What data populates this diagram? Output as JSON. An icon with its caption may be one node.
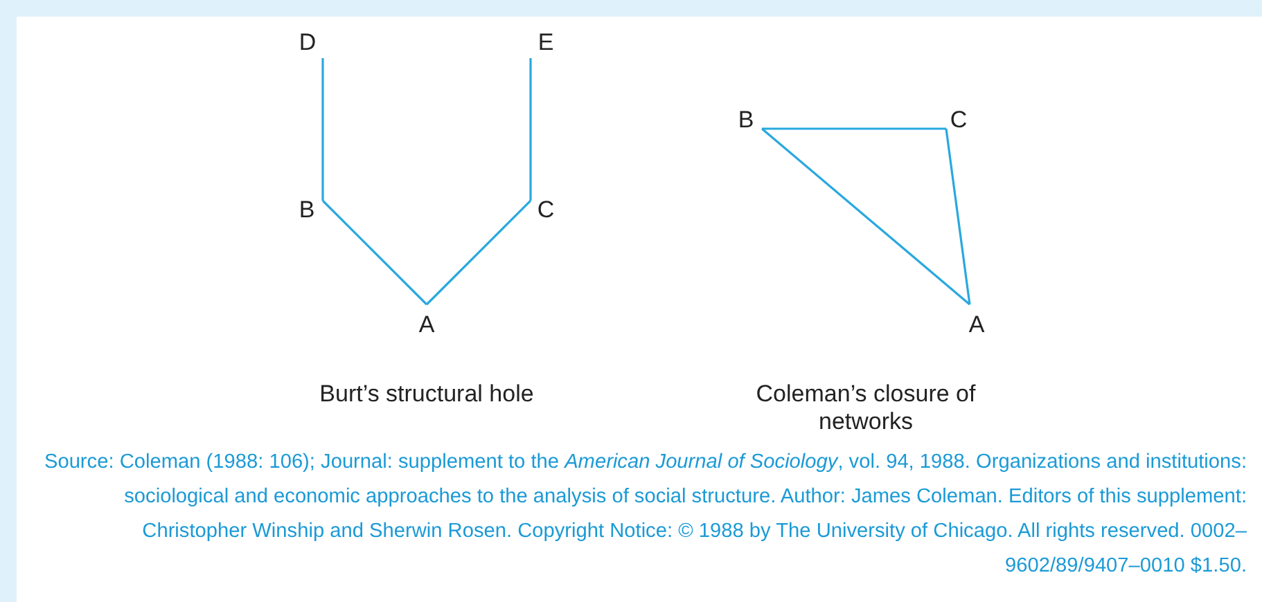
{
  "diagram": {
    "nodes": [
      {
        "text": [
          "D"
        ]
      },
      {
        "text": [
          "E"
        ]
      },
      {
        "text": [
          "B"
        ]
      },
      {
        "text": [
          "C"
        ]
      },
      {
        "text": [
          "A"
        ]
      },
      {
        "text": [
          "B"
        ]
      },
      {
        "text": [
          "C"
        ]
      },
      {
        "text": [
          "A"
        ]
      }
    ],
    "edges": [
      {
        "from": 0,
        "to": 2,
        "arrow": "none"
      },
      {
        "from": 2,
        "to": 4,
        "arrow": "none"
      },
      {
        "from": 4,
        "to": 3,
        "arrow": "none"
      },
      {
        "from": 3,
        "to": 1,
        "arrow": "none"
      },
      {
        "from": 5,
        "to": 6,
        "arrow": "none"
      },
      {
        "from": 6,
        "to": 7,
        "arrow": "none"
      },
      {
        "from": 7,
        "to": 5,
        "arrow": "none"
      }
    ],
    "labels": [
      "Burt’s structural hole",
      "Coleman’s closure of networks",
      "Source: Coleman (1988: 106); Journal: supplement to the *American Journal of Sociology*, vol. 94, 1988. Organizations and institutions: sociological and economic approaches to the analysis of social structure. Author: James Coleman. Editors of this supplement: Christopher Winship and Sherwin Rosen. Copyright Notice: © 1988 by The University of Chicago. All rights reserved. 0002–9602/89/9407–0010 $1.50."
    ]
  }
}
